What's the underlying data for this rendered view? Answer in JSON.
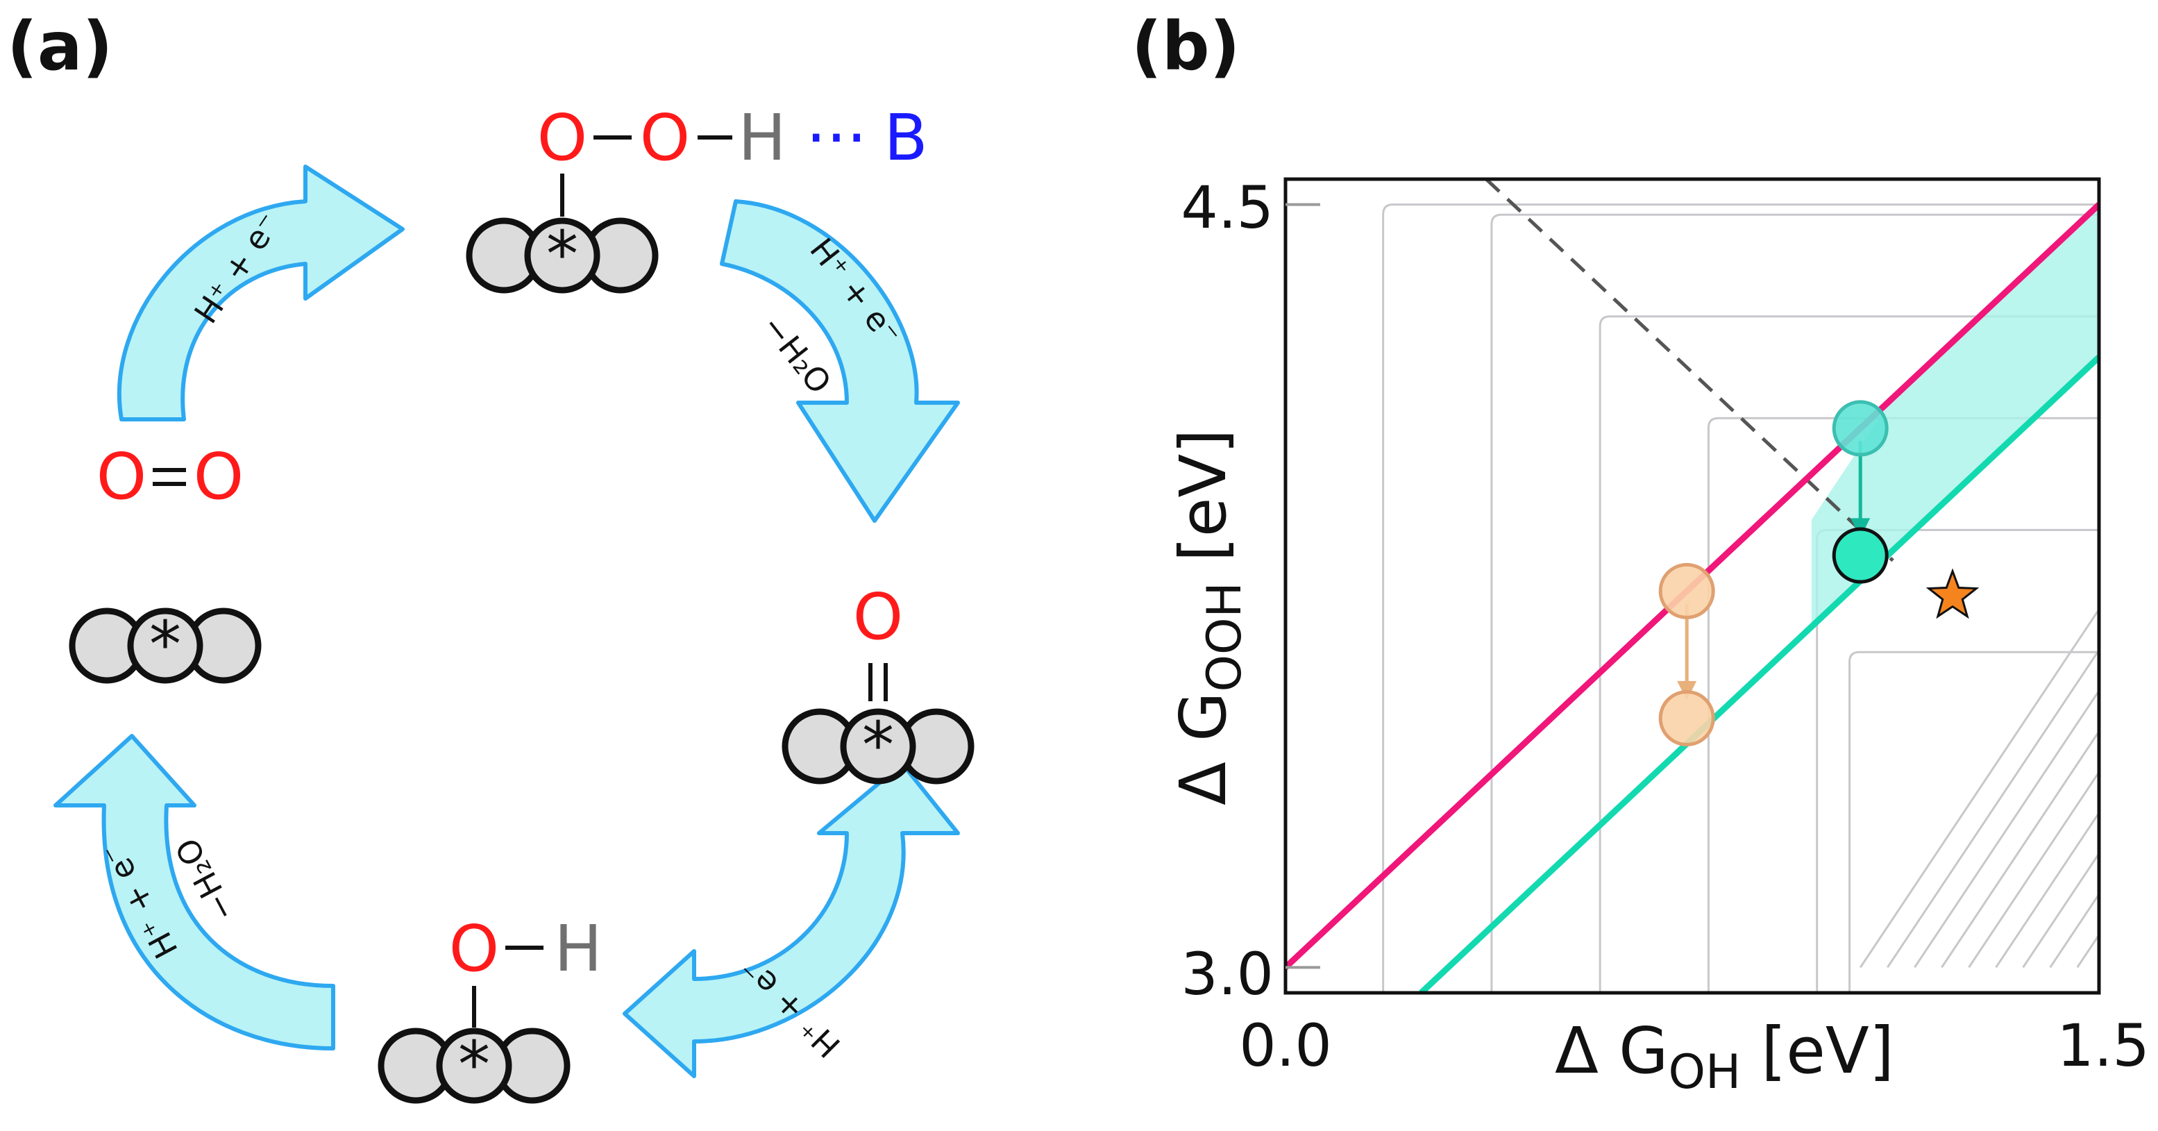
{
  "panel_a": {
    "label": "(a)",
    "states": {
      "ooh": {
        "atom1": "O",
        "atom2": "O",
        "atom3": "H",
        "hbond": "···",
        "base": "B"
      },
      "o2": {
        "atom1": "O",
        "atom2": "O"
      },
      "o": {
        "atom": "O"
      },
      "oh": {
        "atom1": "O",
        "atom2": "H"
      }
    },
    "site_symbol": "*",
    "arrows": {
      "a1": {
        "line1": "H⁺ + e⁻"
      },
      "a2": {
        "line1": "H⁺ + e⁻",
        "line2": "−H₂O"
      },
      "a3": {
        "line1": "H⁺ + e⁻"
      },
      "a4": {
        "line1": "H⁺ + e⁻",
        "line2": "−H₂O"
      }
    },
    "colors": {
      "oxygen": "#ff1a1a",
      "hydrogen": "#707070",
      "base": "#1a1aff",
      "arrow_fill": "#b9f3f6",
      "arrow_stroke": "#2ea8f0",
      "site_fill": "#dcdcdc"
    }
  },
  "panel_b": {
    "label": "(b)",
    "chart_data": {
      "type": "line",
      "xlabel": "Δ G",
      "xlabel_sub": "OH",
      "xlabel_unit": " [eV]",
      "ylabel": "Δ G",
      "ylabel_sub": "OOH",
      "ylabel_unit": " [eV]",
      "xlim": [
        0.0,
        1.5
      ],
      "ylim": [
        2.95,
        4.55
      ],
      "xticks": [
        "0.0",
        "1.5"
      ],
      "yticks": [
        "3.0",
        "4.5"
      ],
      "xtick_values": [
        0.0,
        1.5
      ],
      "ytick_values": [
        3.0,
        4.5
      ],
      "series": [
        {
          "color": "#f0167a",
          "x": [
            0.0,
            1.5
          ],
          "y": [
            3.0,
            4.5
          ]
        },
        {
          "color": "#12d9b0",
          "x": [
            0.25,
            1.5
          ],
          "y": [
            2.95,
            4.2
          ]
        }
      ],
      "dashed_line": {
        "color": "#555555",
        "x": [
          0.37,
          1.12
        ],
        "y": [
          4.55,
          3.8
        ]
      },
      "shaded_region": {
        "color": "#a9f2ea",
        "points": [
          [
            0.97,
            3.88
          ],
          [
            0.97,
            3.67
          ],
          [
            1.06,
            3.76
          ],
          [
            1.5,
            4.2
          ],
          [
            1.5,
            4.5
          ],
          [
            1.23,
            4.23
          ],
          [
            1.12,
            4.12
          ]
        ]
      },
      "points": [
        {
          "x": 0.74,
          "y": 3.74,
          "fill": "#fbd3a8",
          "stroke": "#e0a070",
          "opacity": 0.9
        },
        {
          "x": 0.74,
          "y": 3.49,
          "fill": "#fbd3a8",
          "stroke": "#e0a070",
          "opacity": 0.9
        },
        {
          "x": 1.06,
          "y": 4.06,
          "fill": "#5fe3d6",
          "stroke": "#3bbfb0",
          "opacity": 0.9
        },
        {
          "x": 1.06,
          "y": 3.81,
          "fill": "#2ee8c0",
          "stroke": "#111111",
          "opacity": 1.0
        }
      ],
      "arrows": [
        {
          "from": [
            0.74,
            3.715
          ],
          "to": [
            0.74,
            3.525
          ],
          "color": "#e8b07a"
        },
        {
          "from": [
            1.06,
            4.035
          ],
          "to": [
            1.06,
            3.845
          ],
          "color": "#12b89a"
        }
      ],
      "star": {
        "x": 1.23,
        "y": 3.73,
        "color": "#f5841f"
      },
      "contour_color": "#c8c8cc",
      "grid": false
    }
  }
}
